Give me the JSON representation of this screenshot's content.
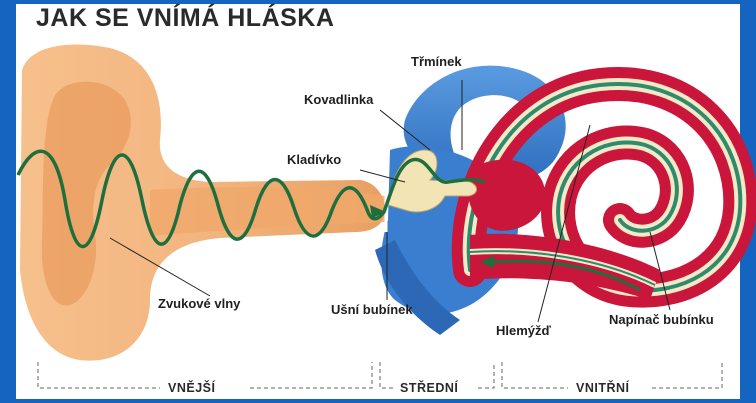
{
  "title": "JAK SE VNÍMÁ HLÁSKA",
  "labels": {
    "trminek": "Třmínek",
    "kovadlinka": "Kovadlinka",
    "kladivko": "Kladívko",
    "zvukove_vlny": "Zvukové vlny",
    "usni_bubinek": "Ušní bubínek",
    "hlemyzd": "Hlemýžď",
    "napinac": "Napínač bubínku"
  },
  "sections": {
    "outer": "VNĚJŠÍ",
    "middle": "STŘEDNÍ",
    "inner": "VNITŘNÍ"
  },
  "colors": {
    "frame_blue": "#1565c0",
    "skin": "#f2b27a",
    "wave": "#1e6e3e",
    "canal_blue": "#4a8fd6",
    "cochlea_red": "#c9163a",
    "cochlea_green": "#2e8b6e",
    "cochlea_cream": "#f5e9c8"
  }
}
